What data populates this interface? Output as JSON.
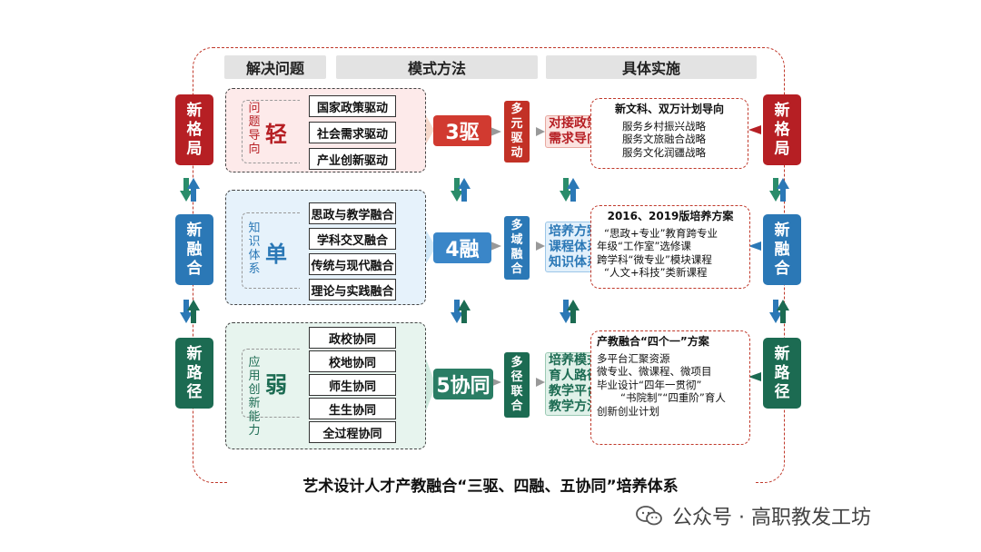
{
  "headers": {
    "problem": "解决问题",
    "method": "模式方法",
    "practice": "具体实施"
  },
  "left_labels": [
    "新格局",
    "新融合",
    "新路径"
  ],
  "right_labels": [
    "新格局",
    "新融合",
    "新路径"
  ],
  "rows": [
    {
      "issue_text": "问题导向",
      "level": "轻",
      "items": [
        "国家政策驱动",
        "社会需求驱动",
        "产业创新驱动"
      ],
      "center": "3驱",
      "narrow": "多元驱动",
      "method": "对接政策需求导向",
      "detail_title": "新文科、双万计划导向",
      "details": [
        "服务乡村振兴战略",
        "服务文旅融合战略",
        "服务文化润疆战略"
      ]
    },
    {
      "issue_text": "知识体系",
      "level": "单",
      "items": [
        "思政与教学融合",
        "学科交叉融合",
        "传统与现代融合",
        "理论与实践融合"
      ],
      "center": "4融",
      "narrow": "多域融合",
      "method": "培养方案课程体系知识体系",
      "detail_title": "2016、2019版培养方案",
      "details": [
        "“思政+专业”教育跨专业",
        "年级“工作室”选修课",
        "跨学科“微专业”模块课程",
        "“人文+科技”类新课程"
      ]
    },
    {
      "issue_text": "应用创新能力",
      "level": "弱",
      "items": [
        "政校协同",
        "校地协同",
        "师生协同",
        "生生协同",
        "全过程协同"
      ],
      "center": "5协同",
      "narrow": "多径联合",
      "method": "培养模式育人路径教学平台教学方法",
      "detail_title": "产教融合“四个一”方案",
      "details": [
        "多平台汇聚资源",
        "微专业、微课程、微项目",
        "毕业设计“四年一贯彻”",
        "“书院制”“四重阶”育人",
        "创新创业计划"
      ]
    }
  ],
  "bottom_title": "艺术设计人才产教融合“三驱、四融、五协同”培养体系",
  "watermark": "公众号 · 高职教发工坊",
  "colors": {
    "red": "#b61f24",
    "blue": "#2b78b6",
    "green": "#1c6b52",
    "center_red": "#d13a30",
    "center_blue": "#3a86c8",
    "center_green": "#2a7d64"
  }
}
